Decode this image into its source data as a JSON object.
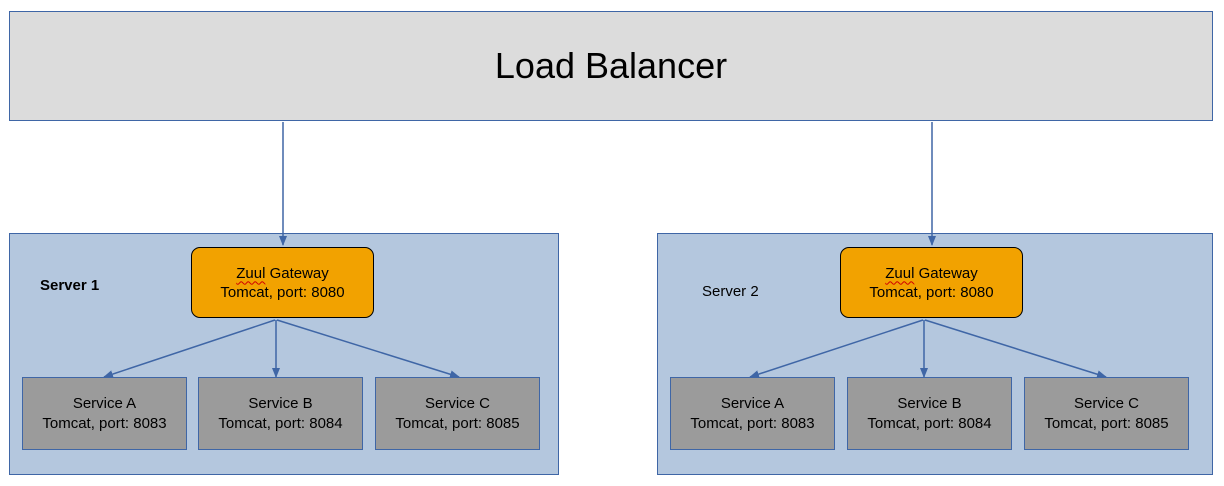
{
  "load_balancer": {
    "title": "Load Balancer"
  },
  "servers": [
    {
      "label": "Server 1",
      "gateway": {
        "name_underlined": "Zuul",
        "name_rest": " Gateway",
        "detail": "Tomcat, port: 8080"
      },
      "services": [
        {
          "name": "Service A",
          "detail": "Tomcat, port: 8083"
        },
        {
          "name": "Service B",
          "detail": "Tomcat, port: 8084"
        },
        {
          "name": "Service C",
          "detail": "Tomcat, port: 8085"
        }
      ]
    },
    {
      "label": "Server 2",
      "gateway": {
        "name_underlined": "Zuul",
        "name_rest": " Gateway",
        "detail": "Tomcat, port: 8080"
      },
      "services": [
        {
          "name": "Service A",
          "detail": "Tomcat, port: 8083"
        },
        {
          "name": "Service B",
          "detail": "Tomcat, port: 8084"
        },
        {
          "name": "Service C",
          "detail": "Tomcat, port: 8085"
        }
      ]
    }
  ],
  "colors": {
    "edge": "#3f66a6",
    "load_balancer_fill": "#dcdcdc",
    "server_fill": "#b4c7de",
    "gateway_fill": "#f2a200",
    "service_fill": "#9b9b9b"
  }
}
